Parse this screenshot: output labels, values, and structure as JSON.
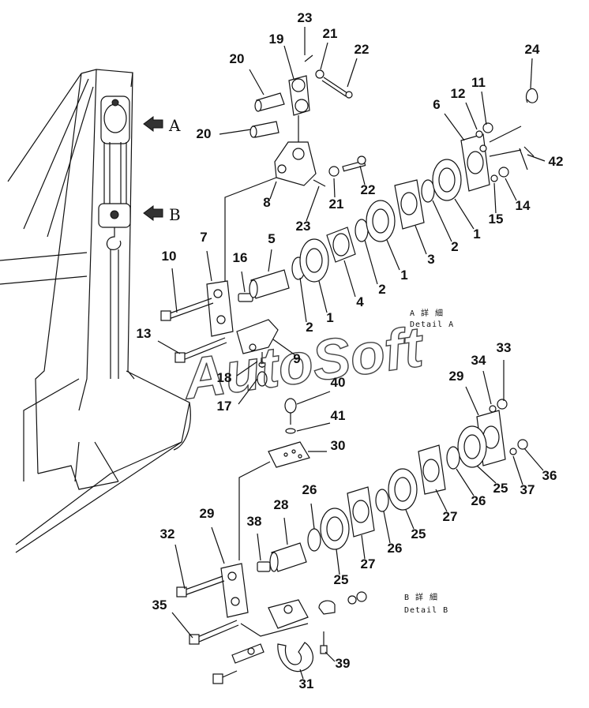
{
  "callouts": [
    {
      "id": "l23a",
      "text": "23"
    },
    {
      "id": "l19",
      "text": "19"
    },
    {
      "id": "l21a",
      "text": "21"
    },
    {
      "id": "l20a",
      "text": "20"
    },
    {
      "id": "l22a",
      "text": "22"
    },
    {
      "id": "l24",
      "text": "24"
    },
    {
      "id": "l11",
      "text": "11"
    },
    {
      "id": "l12",
      "text": "12"
    },
    {
      "id": "l6",
      "text": "6"
    },
    {
      "id": "l20b",
      "text": "20"
    },
    {
      "id": "l42",
      "text": "42"
    },
    {
      "id": "l8",
      "text": "8"
    },
    {
      "id": "l21b",
      "text": "21"
    },
    {
      "id": "l22b",
      "text": "22"
    },
    {
      "id": "l15",
      "text": "15"
    },
    {
      "id": "l14",
      "text": "14"
    },
    {
      "id": "l1a",
      "text": "1"
    },
    {
      "id": "l23b",
      "text": "23"
    },
    {
      "id": "l2a",
      "text": "2"
    },
    {
      "id": "l3",
      "text": "3"
    },
    {
      "id": "l7",
      "text": "7"
    },
    {
      "id": "l5",
      "text": "5"
    },
    {
      "id": "l1b",
      "text": "1"
    },
    {
      "id": "l2b",
      "text": "2"
    },
    {
      "id": "l10",
      "text": "10"
    },
    {
      "id": "l16",
      "text": "16"
    },
    {
      "id": "l4",
      "text": "4"
    },
    {
      "id": "l2c",
      "text": "2"
    },
    {
      "id": "l1c",
      "text": "1"
    },
    {
      "id": "l13",
      "text": "13"
    },
    {
      "id": "l9",
      "text": "9"
    },
    {
      "id": "l18",
      "text": "18"
    },
    {
      "id": "l17",
      "text": "17"
    },
    {
      "id": "l40",
      "text": "40"
    },
    {
      "id": "l33",
      "text": "33"
    },
    {
      "id": "l34",
      "text": "34"
    },
    {
      "id": "l29a",
      "text": "29"
    },
    {
      "id": "l41",
      "text": "41"
    },
    {
      "id": "l30",
      "text": "30"
    },
    {
      "id": "l36",
      "text": "36"
    },
    {
      "id": "l25a",
      "text": "25"
    },
    {
      "id": "l37",
      "text": "37"
    },
    {
      "id": "l26a",
      "text": "26"
    },
    {
      "id": "l27a",
      "text": "27"
    },
    {
      "id": "l28",
      "text": "28"
    },
    {
      "id": "l26b",
      "text": "26"
    },
    {
      "id": "l29b",
      "text": "29"
    },
    {
      "id": "l25b",
      "text": "25"
    },
    {
      "id": "l32",
      "text": "32"
    },
    {
      "id": "l38",
      "text": "38"
    },
    {
      "id": "l26c",
      "text": "26"
    },
    {
      "id": "l27b",
      "text": "27"
    },
    {
      "id": "l25c",
      "text": "25"
    },
    {
      "id": "l35",
      "text": "35"
    },
    {
      "id": "l39",
      "text": "39"
    },
    {
      "id": "l31",
      "text": "31"
    }
  ],
  "view_markers": {
    "a": "A",
    "b": "B"
  },
  "detail_a": {
    "jp": "A 詳 細",
    "en": "Detail A"
  },
  "detail_b": {
    "jp": "B 詳 細",
    "en": "Detail B"
  },
  "watermark": "AutoSoft"
}
